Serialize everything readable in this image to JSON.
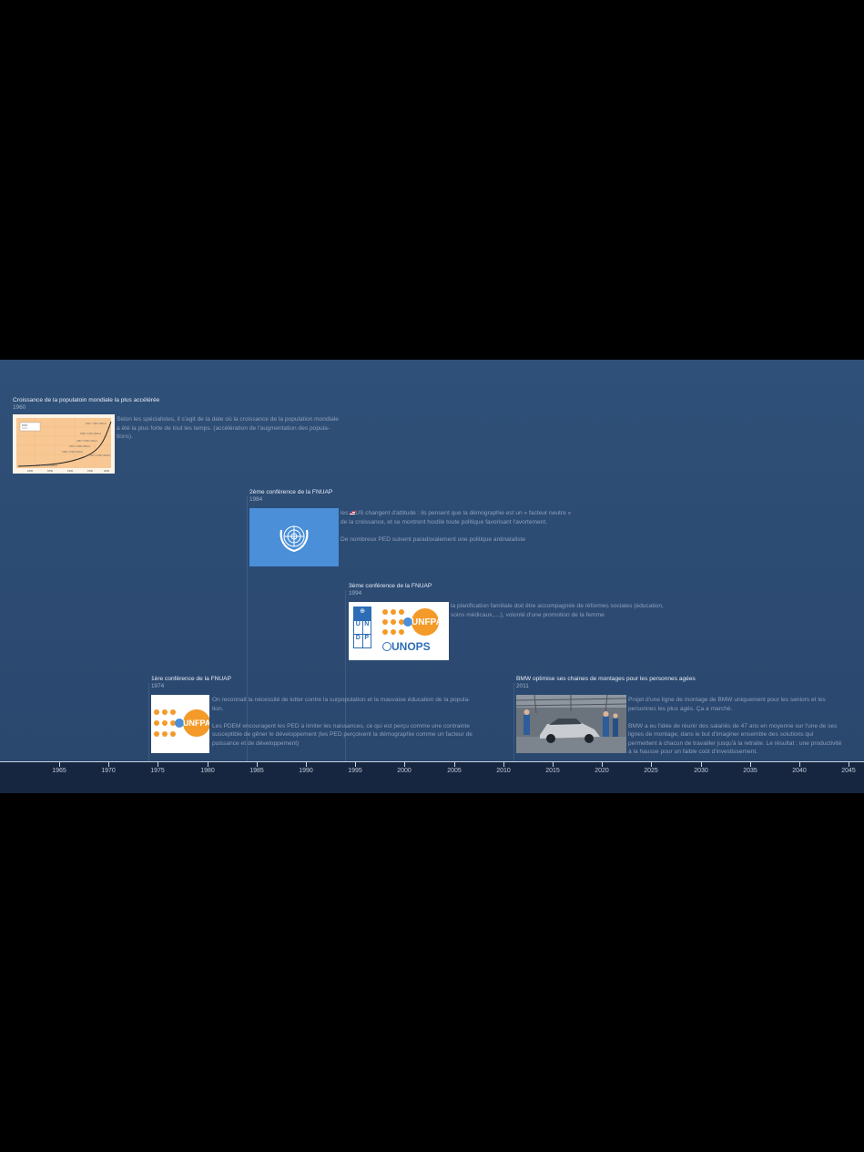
{
  "timeline": {
    "years": [
      "1965",
      "1970",
      "1975",
      "1980",
      "1985",
      "1990",
      "1995",
      "2000",
      "2005",
      "2010",
      "2015",
      "2020",
      "2025",
      "2030",
      "2035",
      "2040",
      "2045"
    ],
    "events": [
      {
        "title": "Croissance de la populatoin mondiale la plus accélérée",
        "year": "1960",
        "desc": [
          "Selon les spécialistes, il s'agit de la date où la croissance de la population mondiale",
          "a été la plus forte de tout les temps. (accélération de l'augmentation des popula-",
          "tions)."
        ]
      },
      {
        "title": "2ème conférence de la FNUAP",
        "year": "1984",
        "desc_prefix": "les",
        "desc_first": "US changent d'attitude : ils pensent que la démographie est un « facteur neutre »",
        "desc": [
          "de la croissance, et se montrent hostile  toute politique favorisant l'avortement.",
          "",
          "De nombreux PED suivent paradoxalement une politique antinataliste"
        ]
      },
      {
        "title": "3ème conférence de la FNUAP",
        "year": "1994",
        "logo_undp": [
          "U",
          "N",
          "D",
          "P"
        ],
        "logo_unfpa": "UNFPA",
        "logo_unops": "UNOPS",
        "desc": [
          "la planification familiale doit être accompagnée de réformes sociales (éducation,",
          "soins médicaux,....), volonté d'une promotion de la femme"
        ]
      },
      {
        "title": "1ère conférence de la FNUAP",
        "year": "1974",
        "logo_unfpa": "UNFPA",
        "desc": [
          "On reconnait la nécessité de lutter contre la surpopulation et la mauvaise éducation de la popula-",
          "tion.",
          "",
          "Les PDEM encouragent les PED à limiter les naissances, ce qui est perçu comme une contrainte",
          "susceptible de gêner le développement (les PED perçoivent la démographie comme un facteur de",
          "puissance et de développement)"
        ]
      },
      {
        "title": "BMW optimise ses chaines de montages pour les personnes agées",
        "year": "2011",
        "desc": [
          "Projet d'une ligne de montage de BMW uniquement pour les seniors et les",
          "personnes les plus agés. Ça a marché.",
          "",
          "BMW a eu l'idée de réunir des salariés de 47 ans en moyenne sur l'une de ses",
          "lignes de montage, dans le but d'imaginer ensemble des solutions qui",
          "permettent à chacun de travailler jusqu'à la retraite. Le résultat : une productivité",
          "à la hausse pour un faible coût d'investissement."
        ]
      }
    ]
  },
  "colors": {
    "panel": "#2d4c76",
    "axis_band": "#172640",
    "unfpa_orange": "#f49a28",
    "un_blue": "#4a8fd8"
  }
}
